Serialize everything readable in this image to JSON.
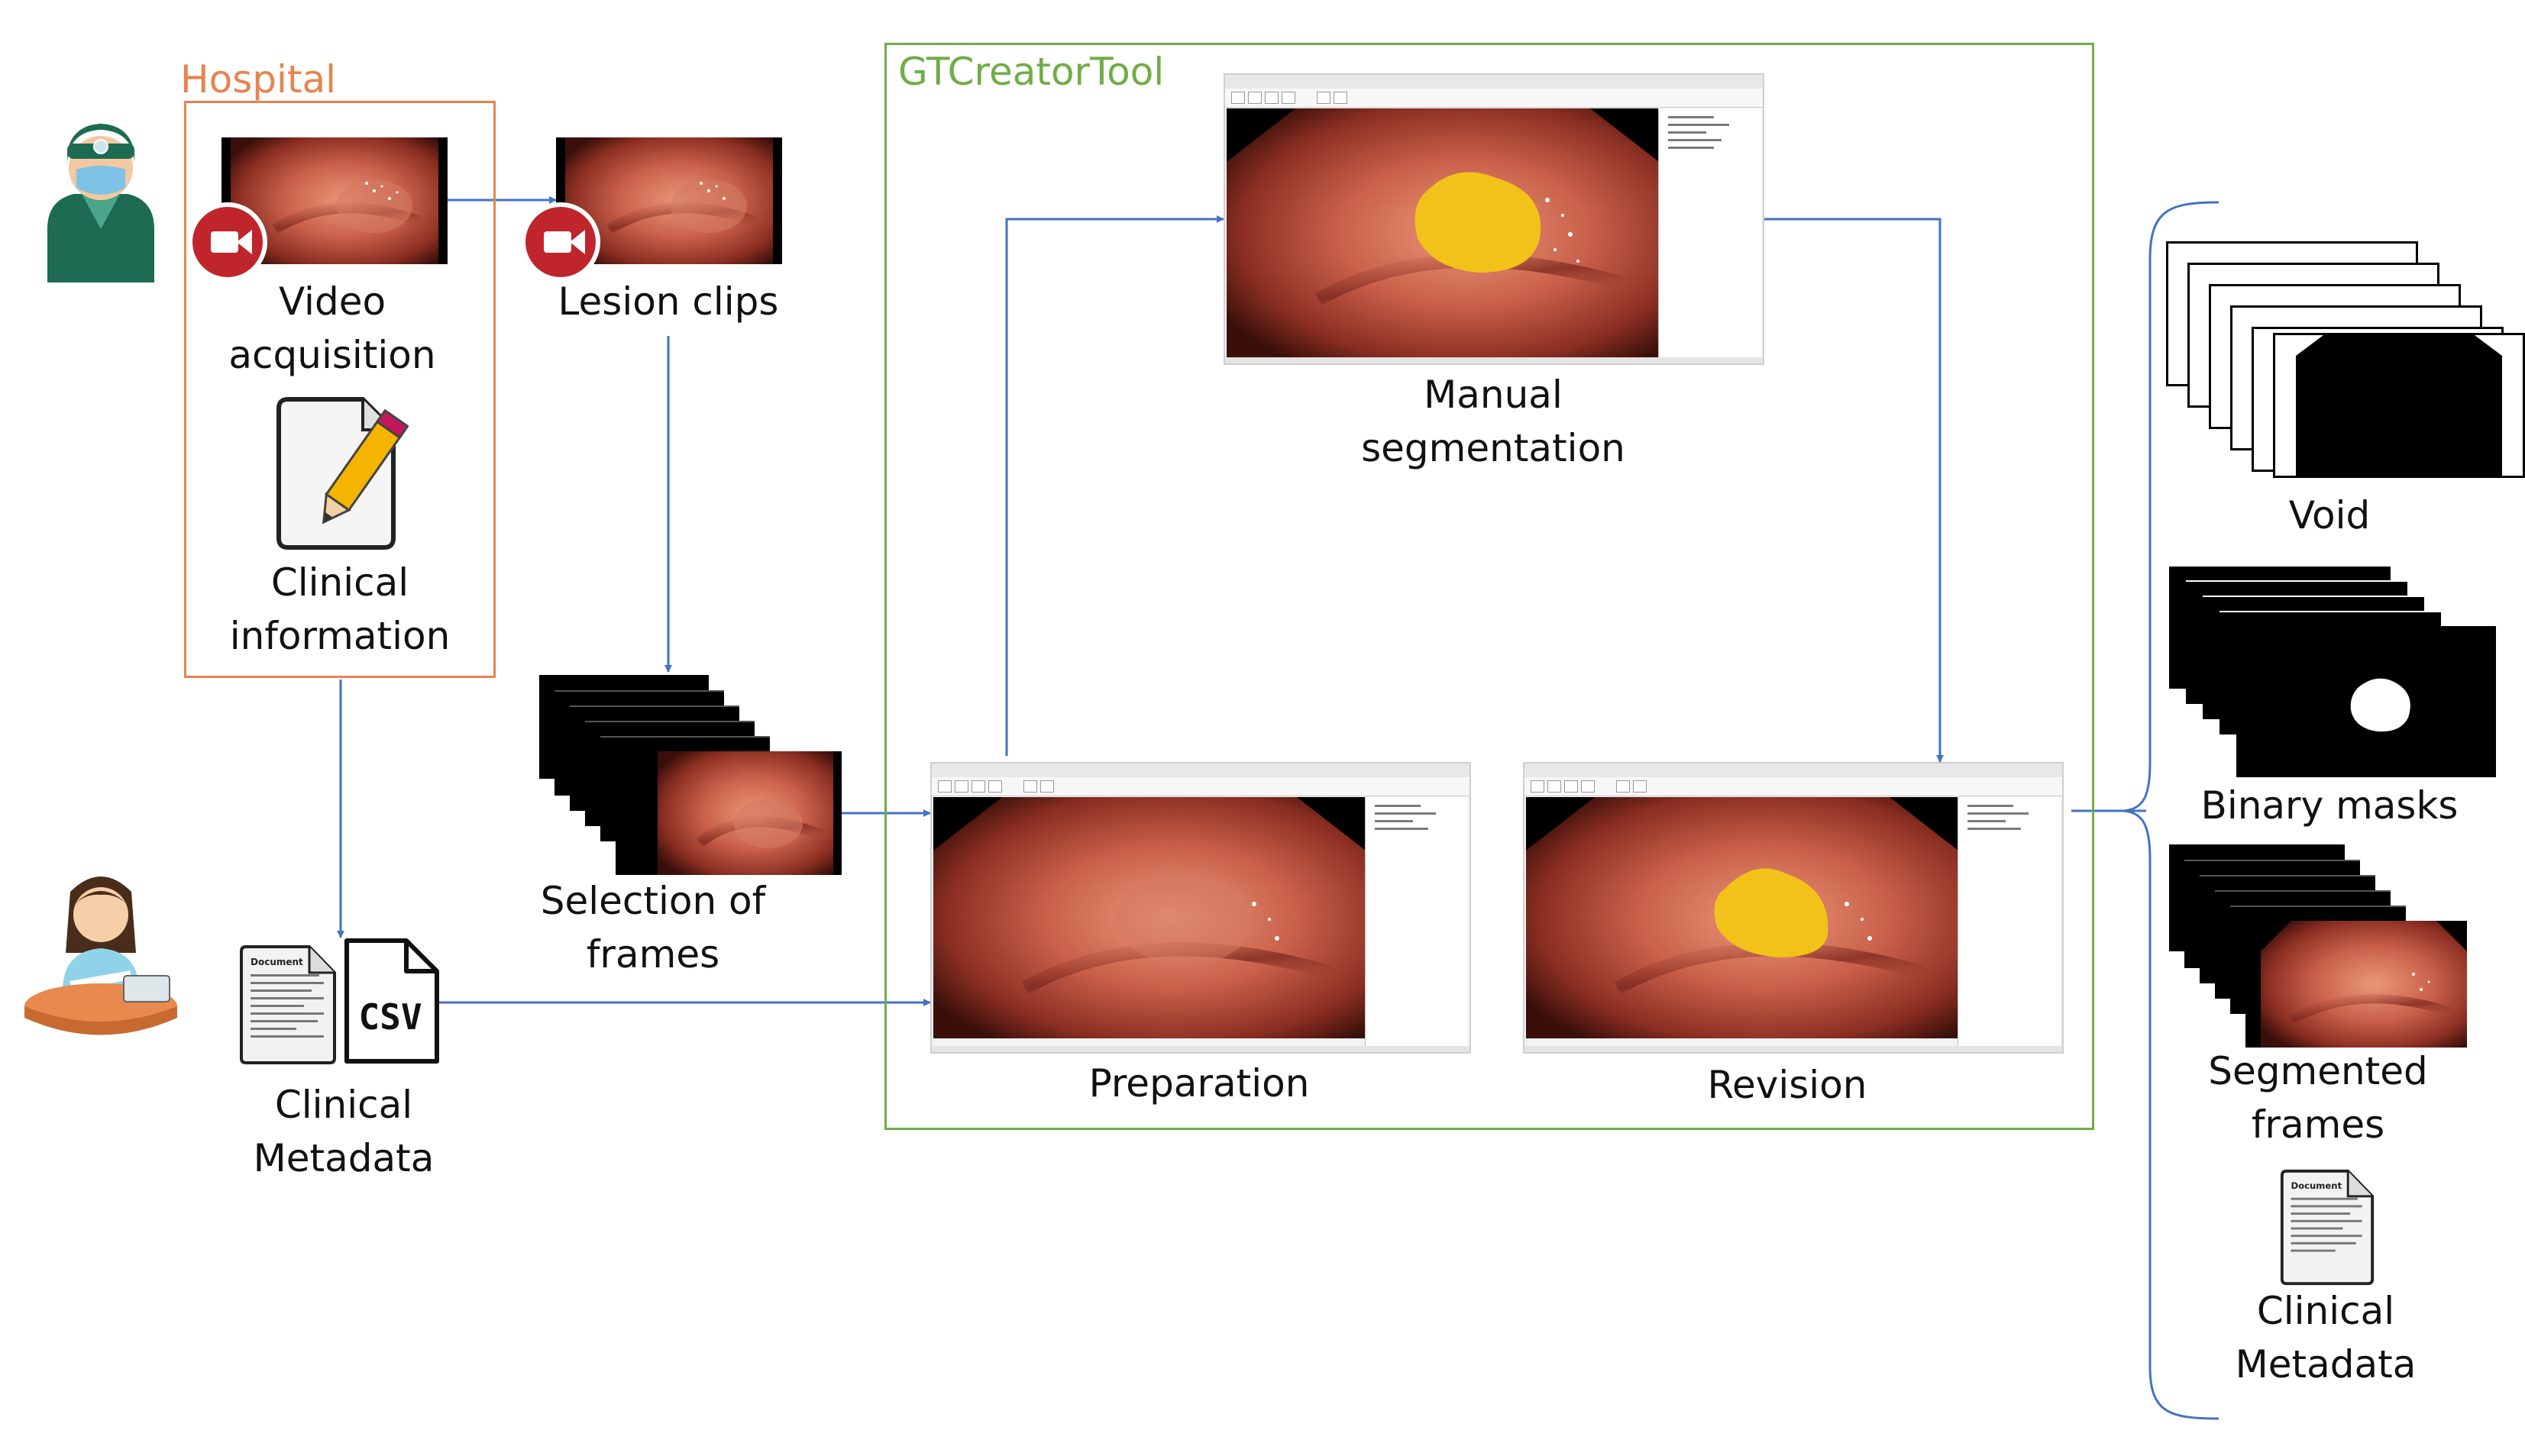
{
  "groups": {
    "hospital": {
      "title": "Hospital",
      "color": "#e8834e"
    },
    "tool": {
      "title": "GTCreatorTool",
      "color": "#70ad47"
    }
  },
  "labels": {
    "video_acquisition": [
      "Video",
      "acquisition"
    ],
    "clinical_information": [
      "Clinical",
      "information"
    ],
    "lesion_clips": "Lesion clips",
    "selection_of_frames": [
      "Selection of",
      "frames"
    ],
    "clinical_metadata_input": [
      "Clinical",
      "Metadata"
    ],
    "csv_icon_text": "CSV",
    "manual_segmentation": [
      "Manual",
      "segmentation"
    ],
    "preparation": "Preparation",
    "revision": "Revision",
    "void": "Void",
    "binary_masks": "Binary masks",
    "segmented_frames": [
      "Segmented",
      "frames"
    ],
    "clinical_metadata_output": [
      "Clinical",
      "Metadata"
    ],
    "document_icon_text": "Document"
  },
  "colors": {
    "arrow": "#4472c4",
    "camera": "#c0252c",
    "segmentation": "#f2c21a",
    "bracket": "#4472c4"
  },
  "icons": [
    "doctor-icon",
    "camera-icon",
    "clipboard-pencil-icon",
    "physician-at-desk-icon",
    "document-icon",
    "csv-file-icon"
  ]
}
